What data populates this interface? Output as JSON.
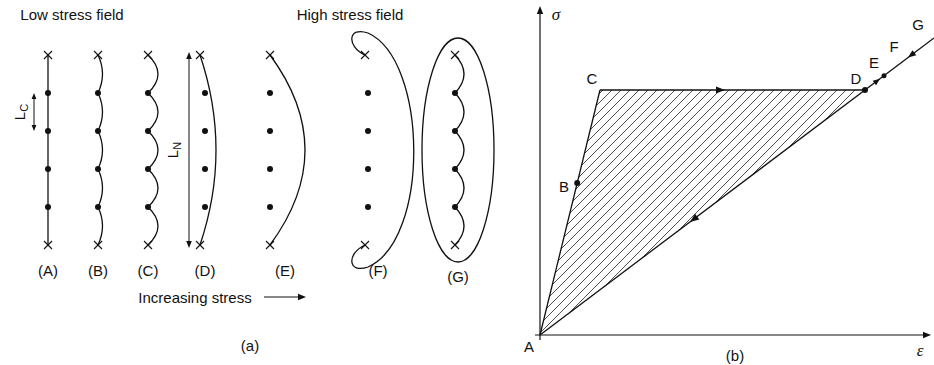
{
  "diagram": {
    "labels": [
      "Low stress field",
      "High stress field",
      "LC",
      "LN",
      "(A)",
      "(B)",
      "(C)",
      "(D)",
      "(E)",
      "(F)",
      "(G)",
      "Increasing stress",
      "(a)",
      "σ",
      "ε",
      "A",
      "B",
      "C",
      "D",
      "E",
      "F",
      "G",
      "(b)"
    ]
  }
}
